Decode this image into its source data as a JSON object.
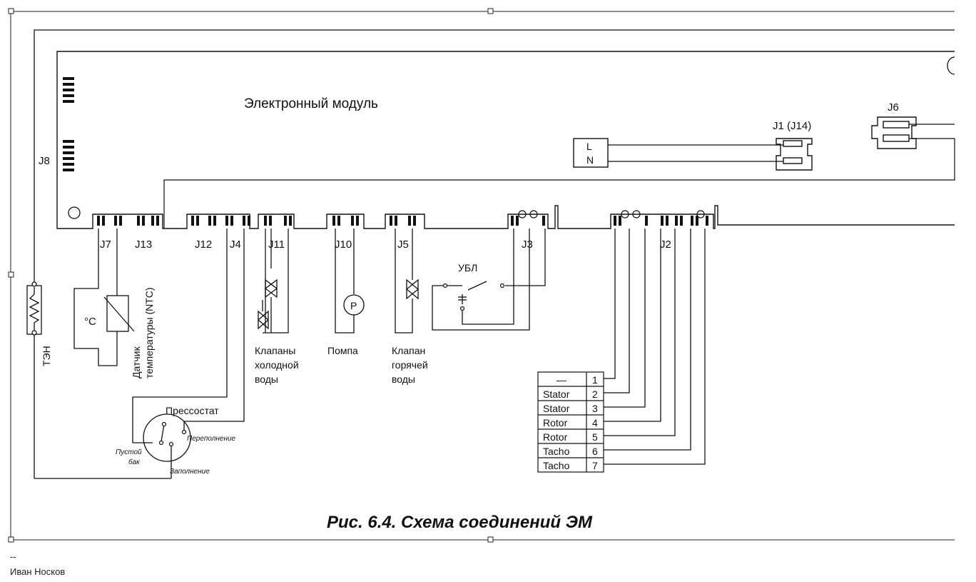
{
  "module": {
    "title": "Электронный модуль"
  },
  "connectors": {
    "j8": "J8",
    "j6": "J6",
    "j1": "J1 (J14)",
    "j7": "J7",
    "j13": "J13",
    "j12": "J12",
    "j4": "J4",
    "j11": "J11",
    "j10": "J10",
    "j5": "J5",
    "j3": "J3",
    "j2": "J2"
  },
  "line_neutral": {
    "l": "L",
    "n": "N"
  },
  "components": {
    "heater": "ТЭН",
    "sensor_line1": "Датчик",
    "sensor_line2": "температуры (NTC)",
    "sensor_unit": "°C",
    "cold_valves": [
      "Клапаны",
      "холодной",
      "воды"
    ],
    "pump": "Помпа",
    "pump_symbol": "P",
    "hot_valve": [
      "Клапан",
      "горячей",
      "воды"
    ],
    "door_lock": "УБЛ",
    "pressure_switch": "Прессостат",
    "overflow": "Переполнение",
    "empty_tank": [
      "Пустой",
      "бак"
    ],
    "filling": "Заполнение"
  },
  "motor_table": [
    {
      "name": "—",
      "pin": "1"
    },
    {
      "name": "Stator",
      "pin": "2"
    },
    {
      "name": "Stator",
      "pin": "3"
    },
    {
      "name": "Rotor",
      "pin": "4"
    },
    {
      "name": "Rotor",
      "pin": "5"
    },
    {
      "name": "Tacho",
      "pin": "6"
    },
    {
      "name": "Tacho",
      "pin": "7"
    }
  ],
  "caption": "Рис. 6.4. Схема соединений ЭМ",
  "signature": {
    "dash": "--",
    "name": "Иван Носков"
  }
}
